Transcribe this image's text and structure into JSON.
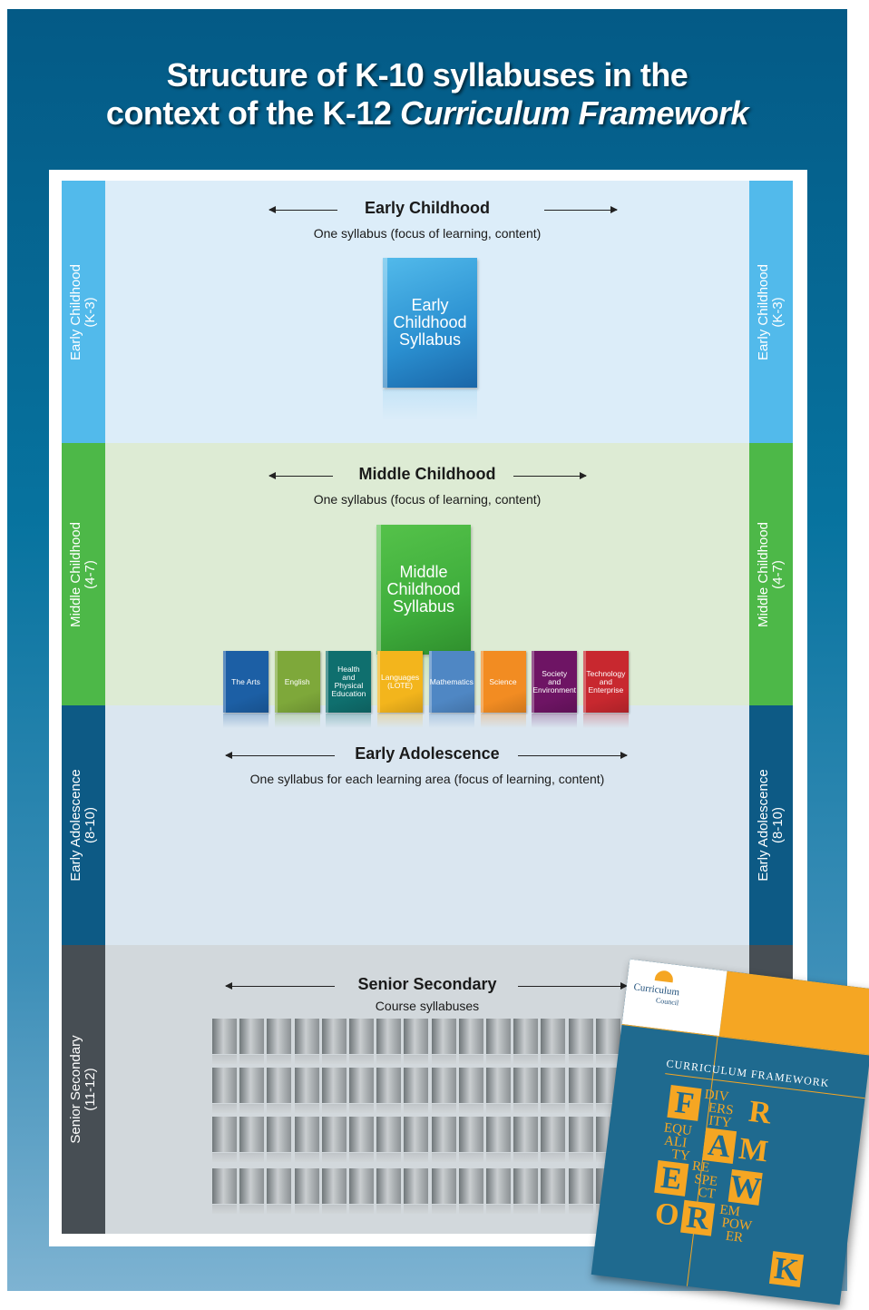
{
  "title": {
    "line1": "Structure of K-10 syllabuses in the",
    "line2_prefix": "context of the K-12 ",
    "line2_italic": "Curriculum Framework"
  },
  "bands": {
    "early_childhood": {
      "side_label_line1": "Early Childhood",
      "side_label_line2": "(K-3)",
      "heading": "Early Childhood",
      "subheading": "One syllabus (focus of learning, content)",
      "book_label": "Early\nChildhood\nSyllabus",
      "color": "#52baeb"
    },
    "middle_childhood": {
      "side_label_line1": "Middle Childhood",
      "side_label_line2": "(4-7)",
      "heading": "Middle Childhood",
      "subheading": "One syllabus (focus of learning, content)",
      "book_label": "Middle\nChildhood\nSyllabus",
      "color": "#4db848"
    },
    "early_adolescence": {
      "side_label_line1": "Early Adolescence",
      "side_label_line2": "(8-10)",
      "heading": "Early Adolescence",
      "subheading": "One syllabus for each learning area (focus of learning, content)",
      "color": "#0d5a85",
      "learning_areas": [
        {
          "label": "The Arts",
          "color": "#1c5fa5"
        },
        {
          "label": "English",
          "color": "#7ea83a"
        },
        {
          "label": "Health\nand\nPhysical\nEducation",
          "color": "#0f6f6e"
        },
        {
          "label": "Languages\n(LOTE)",
          "color": "#f3b51c"
        },
        {
          "label": "Mathematics",
          "color": "#4f87c4"
        },
        {
          "label": "Science",
          "color": "#f28c22"
        },
        {
          "label": "Society\nand\nEnvironment",
          "color": "#6e1464"
        },
        {
          "label": "Technology\nand\nEnterprise",
          "color": "#c8282f"
        }
      ]
    },
    "senior_secondary": {
      "side_label_line1": "Senior Secondary",
      "side_label_line2": "(11-12)",
      "heading": "Senior Secondary",
      "subheading": "Course syllabuses",
      "color": "#474e54"
    }
  },
  "framework_cover": {
    "logo_line1": "Curriculum",
    "logo_line2": "Council",
    "heading": "CURRICULUM FRAMEWORK",
    "letters": {
      "F": "F",
      "R": "R",
      "A": "A",
      "M": "M",
      "E": "E",
      "W": "W",
      "O": "O",
      "R2": "R",
      "K": "K",
      "div": "DIV",
      "ers": "ERS",
      "ity": "ITY",
      "equ": "EQU",
      "ali": "ALI",
      "ty": "TY",
      "re": "RE",
      "spe": "SPE",
      "ct": "CT",
      "em": "EM",
      "pow": "POW",
      "er": "ER"
    }
  }
}
